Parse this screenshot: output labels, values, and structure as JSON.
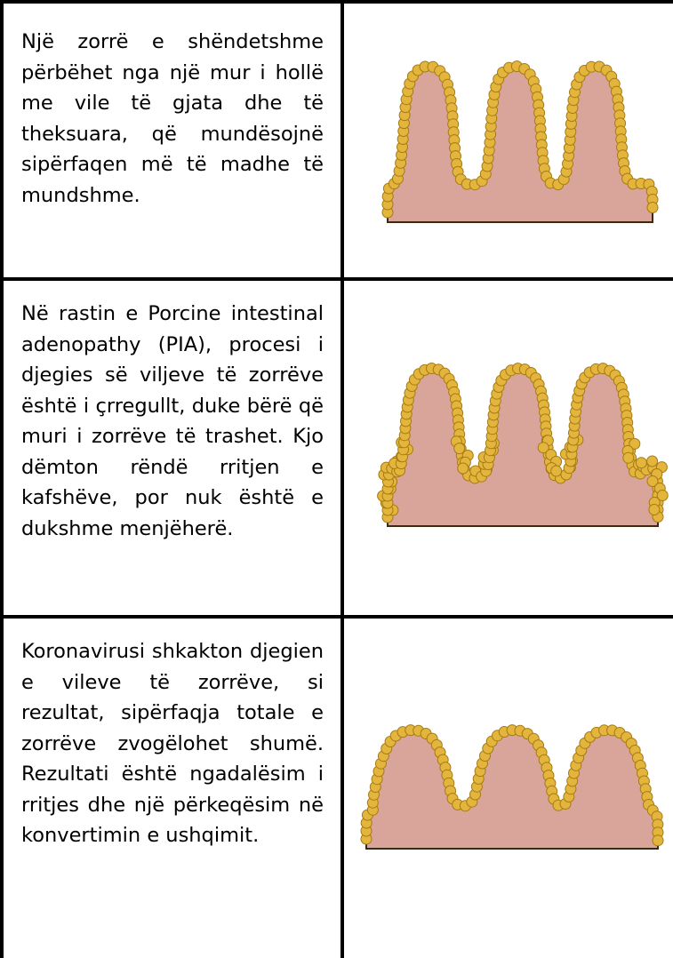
{
  "rows": [
    {
      "text": "Një zorrë e shëndetshme përbëhet nga një mur i hollë me vile të gjata dhe të theksuara, që mundësojnë sipërfaqen më të madhe të mundshme.",
      "illustration": "healthy-villi"
    },
    {
      "text": "Në rastin e Porcine intestinal adenopathy (PIA), procesi i djegies së viljeve të zorrëve është i çrregullt, duke bërë që muri i zorrëve të trashet. Kjo dëmton rëndë rritjen e kafshëve, por nuk është e dukshme menjëherë.",
      "illustration": "pia-thickened-villi"
    },
    {
      "text": "Koronavirusi shkakton djegien e vileve të zorrëve, si rezultat, sipërfaqja totale e zorrëve zvogëlohet shumë. Rezultati është ngadalësim i rritjes dhe një përkeqësim në konvertimin e ushqimit.",
      "illustration": "coronavirus-shortened-villi"
    }
  ],
  "colors": {
    "border": "#000000",
    "tissue": "#d9a59b",
    "epithelium": "#3b2a12",
    "cell_fill": "#e3b53c",
    "cell_stroke": "#a57a12"
  }
}
